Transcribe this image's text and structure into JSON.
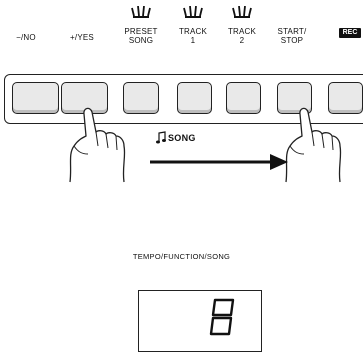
{
  "panel": {
    "no_label": "−/NO",
    "yes_label": "+/YES",
    "preset_song_label_1": "PRESET",
    "preset_song_label_2": "SONG",
    "track1_label_1": "TRACK",
    "track1_label_2": "1",
    "track2_label_1": "TRACK",
    "track2_label_2": "2",
    "start_stop_label_1": "START/",
    "start_stop_label_2": "STOP",
    "rec_label": "REC"
  },
  "song_indicator": {
    "icon": "music-note-icon",
    "label": "SONG"
  },
  "display": {
    "title": "TEMPO/FUNCTION/SONG",
    "digit": "8"
  },
  "icons": [
    "lamp-lit-icon",
    "hand-press-icon",
    "right-arrow-icon",
    "music-note-icon"
  ]
}
